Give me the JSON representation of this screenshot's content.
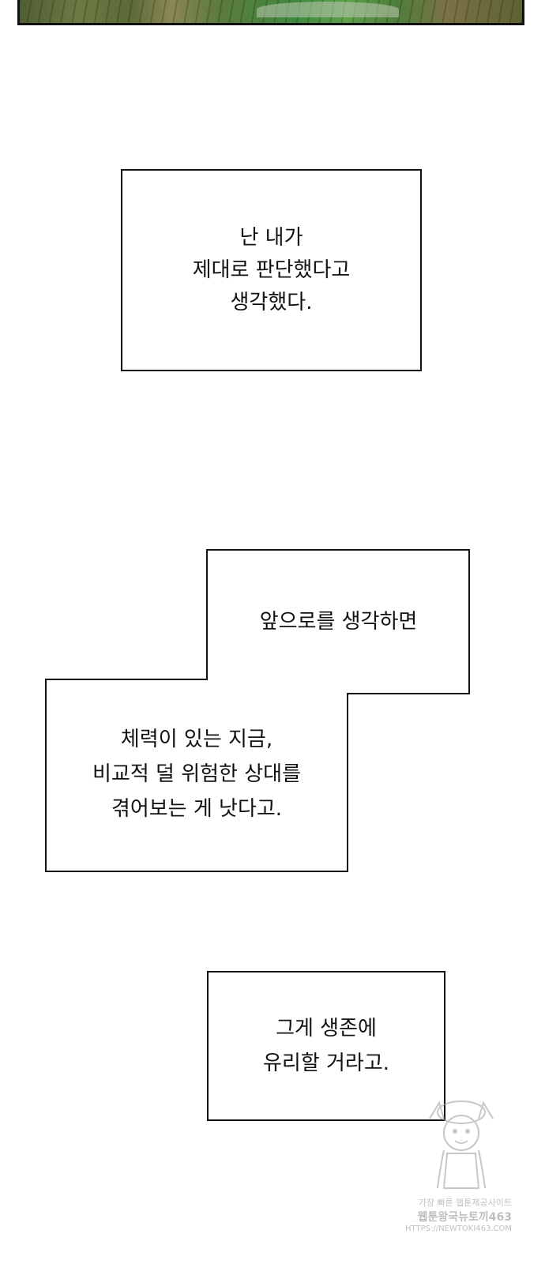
{
  "top_panel": {
    "description_icon": "forest-scene-illustration"
  },
  "captions": [
    {
      "id": "caption-1",
      "lines": [
        "난 내가",
        "제대로 판단했다고",
        "생각했다."
      ]
    },
    {
      "id": "caption-2-upper",
      "lines": [
        "앞으로를 생각하면"
      ]
    },
    {
      "id": "caption-2-lower",
      "lines": [
        "체력이 있는 지금,",
        "비교적 덜 위험한 상대를",
        "겪어보는 게 낫다고."
      ]
    },
    {
      "id": "caption-3",
      "lines": [
        "그게 생존에",
        "유리할 거라고."
      ]
    }
  ],
  "watermark": {
    "line1": "가장 빠른 웹툰제공사이트",
    "line2": "웹툰왕국뉴토끼463",
    "line3": "HTTPS://NEWTOKI463.COM",
    "icon": "mascot-figure-icon"
  },
  "colors": {
    "ink": "#111111",
    "paper": "#ffffff",
    "foliage": "#4f7e3a",
    "watermark_gray": "#8a8a8a"
  }
}
